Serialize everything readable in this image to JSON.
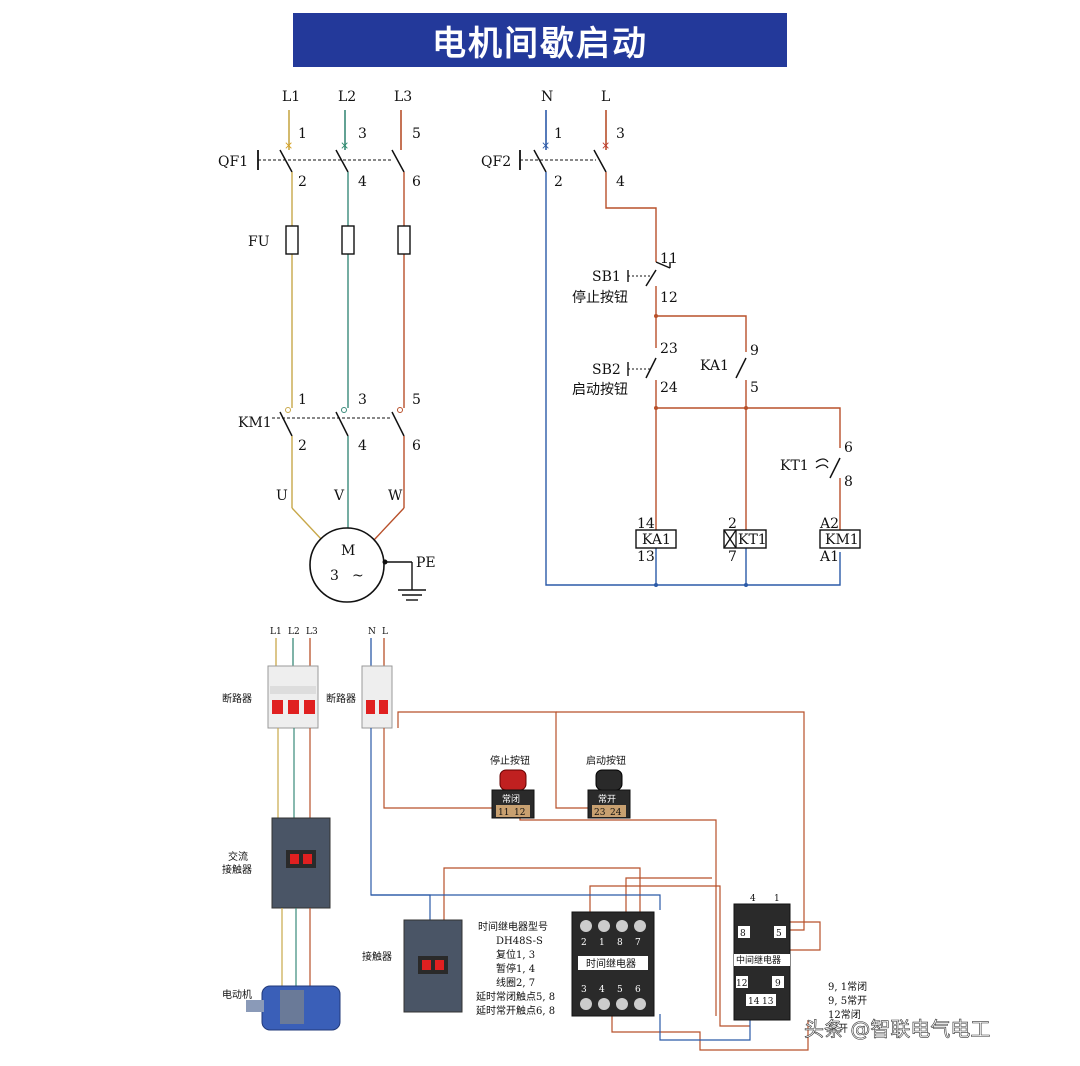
{
  "title": "电机间歇启动",
  "main": {
    "phases": [
      "L1",
      "L2",
      "L3"
    ],
    "phase_terms_top": [
      "1",
      "3",
      "5"
    ],
    "qf1": "QF1",
    "qf1_terms": [
      "2",
      "4",
      "6"
    ],
    "fu": "FU",
    "km1": "KM1",
    "km1_terms_top": [
      "1",
      "3",
      "5"
    ],
    "km1_terms_bot": [
      "2",
      "4",
      "6"
    ],
    "motor_terms": [
      "U",
      "V",
      "W"
    ],
    "motor_m": "M",
    "motor_3": "3",
    "motor_tilde": "~",
    "pe": "PE"
  },
  "control": {
    "n": "N",
    "l": "L",
    "n_term": "1",
    "l_term": "3",
    "qf2": "QF2",
    "qf2_terms": [
      "2",
      "4"
    ],
    "sb1": "SB1",
    "sb1_name": "停止按钮",
    "sb1_terms": [
      "11",
      "12"
    ],
    "sb2": "SB2",
    "sb2_name": "启动按钮",
    "sb2_terms": [
      "23",
      "24"
    ],
    "ka1": "KA1",
    "ka1_terms": [
      "9",
      "5"
    ],
    "kt1": "KT1",
    "kt1_terms": [
      "6",
      "8"
    ],
    "coil_ka1": "KA1",
    "coil_ka1_terms": [
      "14",
      "13"
    ],
    "coil_kt1": "KT1",
    "coil_kt1_terms": [
      "2",
      "7"
    ],
    "coil_km1": "KM1",
    "coil_km1_terms": [
      "A2",
      "A1"
    ]
  },
  "wiring": {
    "phases": [
      "L1",
      "L2",
      "L3"
    ],
    "nl": [
      "N",
      "L"
    ],
    "breaker1": "断路器",
    "breaker2": "断路器",
    "ac_contactor": "交流\n接触器",
    "contactor": "接触器",
    "motor": "电动机",
    "stop_btn": "停止按钮",
    "stop_nc": "常闭",
    "stop_terms": [
      "11",
      "12"
    ],
    "start_btn": "启动按钮",
    "start_no": "常开",
    "start_terms": [
      "23",
      "24"
    ],
    "timer_info": [
      "时间继电器型号",
      "DH48S-S",
      "复位1, 3",
      "暂停1, 4",
      "线圈2, 7",
      "延时常闭触点5, 8",
      "延时常开触点6, 8"
    ],
    "timer_label": "时间继电器",
    "timer_top_terms": [
      "2",
      "1",
      "8",
      "7"
    ],
    "timer_bot_terms": [
      "3",
      "4",
      "5",
      "6"
    ],
    "relay_label": "中间继电器",
    "relay_top_terms": [
      "4",
      "1"
    ],
    "relay_mid_terms": [
      "8",
      "5"
    ],
    "relay_lower_terms": [
      "12",
      "9"
    ],
    "relay_bot_terms": [
      "14",
      "13"
    ],
    "relay_notes": [
      "9, 1常闭",
      "9, 5常开",
      "12常闭",
      "常开"
    ]
  },
  "watermark": "头条 @智联电气电工",
  "colors": {
    "banner": "#23399a",
    "l1": "#c8a84a",
    "l2": "#3a8a7a",
    "l3": "#b8502a",
    "blue": "#2b5aa8",
    "red": "#c0392b"
  }
}
